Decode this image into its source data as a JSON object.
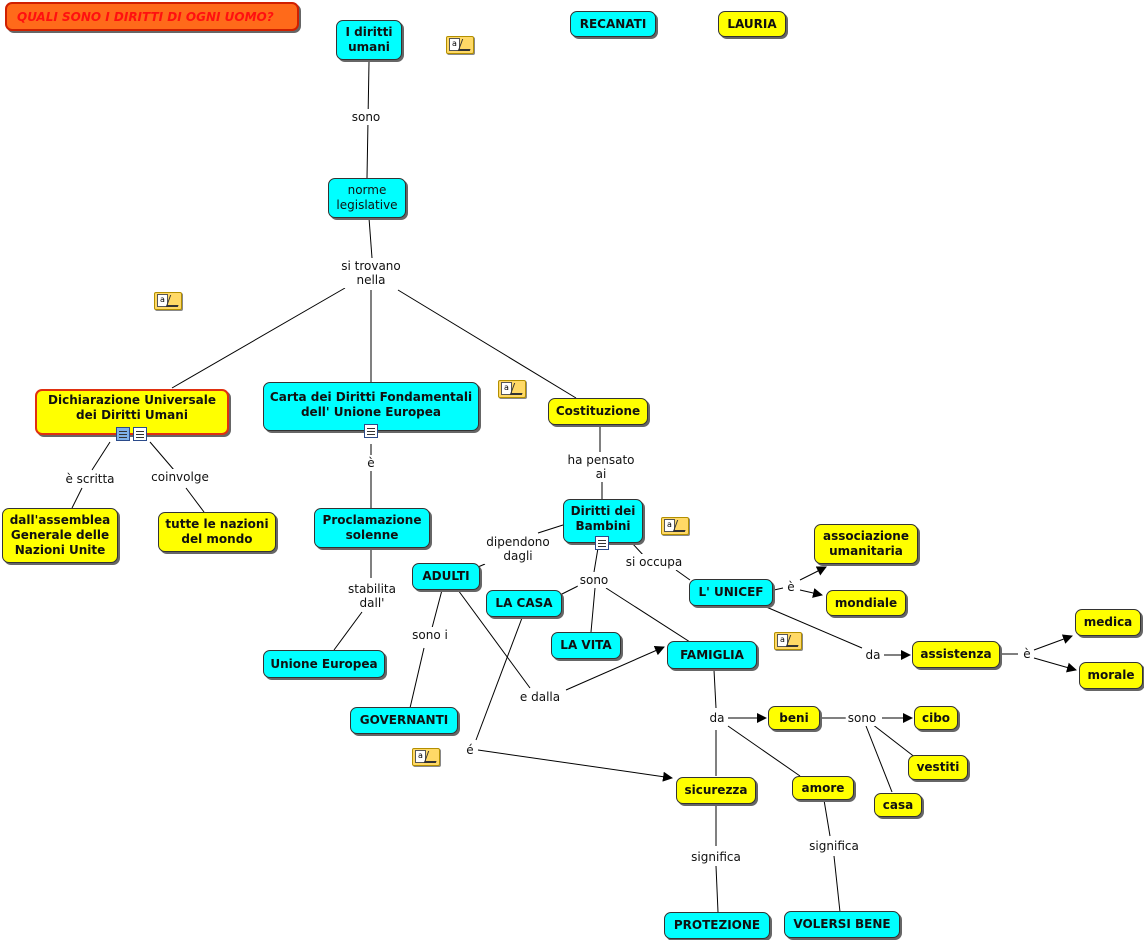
{
  "title": "QUALI SONO I DIRITTI DI OGNI UOMO?",
  "nodes": {
    "diritti_umani": "I diritti\numani",
    "recanati": "RECANATI",
    "lauria": "LAURIA",
    "norme": "norme\nlegislative",
    "dichiarazione": "Dichiarazione Universale\ndei Diritti Umani",
    "carta": "Carta dei Diritti Fondamentali\ndell' Unione Europea",
    "costituzione": "Costituzione",
    "assemblea": "dall'assemblea\nGenerale delle\nNazioni Unite",
    "nazioni": "tutte le nazioni\ndel mondo",
    "proclamazione": "Proclamazione\nsolenne",
    "unione": "Unione Europea",
    "bambini": "Diritti dei\nBambini",
    "adulti": "ADULTI",
    "casa_maiusc": "LA CASA",
    "vita": "LA VITA",
    "famiglia": "FAMIGLIA",
    "governanti": "GOVERNANTI",
    "unicef": "L' UNICEF",
    "associazione": "associazione\numanitaria",
    "mondiale": "mondiale",
    "assistenza": "assistenza",
    "medica": "medica",
    "morale": "morale",
    "beni": "beni",
    "cibo": "cibo",
    "vestiti": "vestiti",
    "casa": "casa",
    "sicurezza": "sicurezza",
    "amore": "amore",
    "protezione": "PROTEZIONE",
    "volersi_bene": "VOLERSI BENE"
  },
  "labels": {
    "sono": "sono",
    "si_trovano": "si trovano\nnella",
    "e_scritta": "è scritta",
    "coinvolge": "coinvolge",
    "e_carta": "è",
    "stabilita": "stabilita\ndall'",
    "ha_pensato": "ha pensato\nai",
    "dipendono": "dipendono\ndagli",
    "sono_bambini": "sono",
    "si_occupa": "si occupa",
    "sono_i": "sono i",
    "e_dalla": "e dalla",
    "e_casa": "é",
    "e_unicef": "è",
    "da_unicef": "da",
    "e_assistenza": "è",
    "da_famiglia": "da",
    "sono_beni": "sono",
    "significa_sicurezza": "significa",
    "significa_amore": "significa"
  },
  "colors": {
    "cyan": "#00ffff",
    "yellow": "#ffff00",
    "title_bg": "#ff6a1a",
    "title_text": "#ff1010"
  },
  "icons": [
    "note-icon",
    "image-resource-icon",
    "document-resource-icon"
  ]
}
